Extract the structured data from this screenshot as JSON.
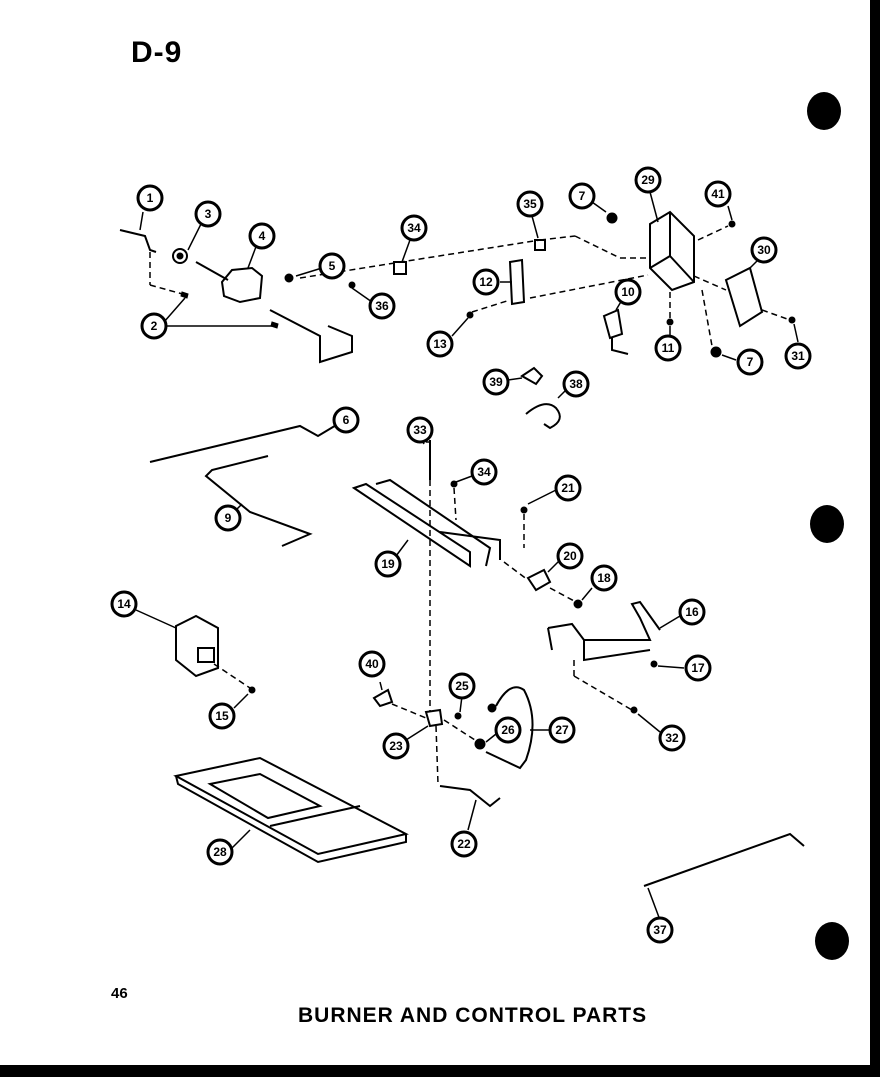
{
  "page": {
    "title": "D-9",
    "page_number": "46",
    "caption": "BURNER AND CONTROL PARTS"
  },
  "callouts": [
    "1",
    "2",
    "3",
    "4",
    "5",
    "6",
    "7",
    "7",
    "9",
    "10",
    "11",
    "12",
    "13",
    "14",
    "15",
    "16",
    "17",
    "18",
    "19",
    "20",
    "21",
    "22",
    "23",
    "25",
    "26",
    "27",
    "28",
    "29",
    "30",
    "31",
    "32",
    "33",
    "34",
    "34",
    "35",
    "36",
    "37",
    "38",
    "39",
    "40",
    "41"
  ]
}
